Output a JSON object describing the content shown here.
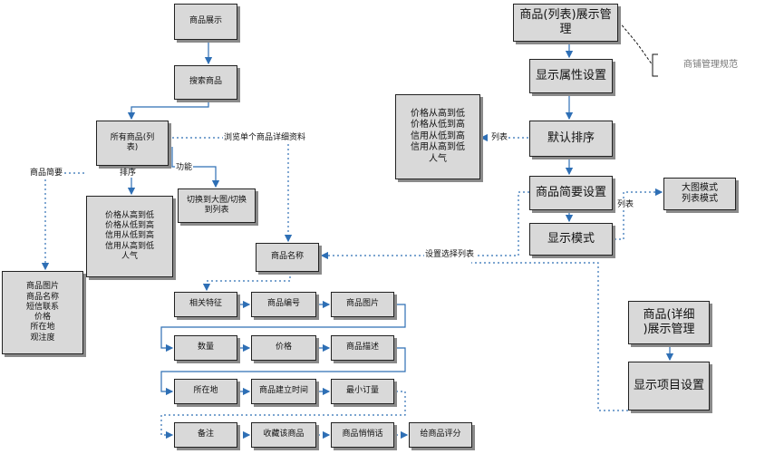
{
  "left": {
    "product_display": "商品展示",
    "search_product": "搜索商品",
    "all_products": "所有商品(列\n表)",
    "sort_options": [
      "价格从高到低",
      "价格从低到高",
      "信用从低到高",
      "信用从高到低",
      "人气"
    ],
    "switch_view": "切换到大图/切换\n到列表",
    "brief_fields": [
      "商品图片",
      "商品名称",
      "短信联系",
      "价格",
      "所在地",
      "观注度"
    ],
    "product_name": "商品名称"
  },
  "labels": {
    "browse_detail": "浏览单个商品详细资料",
    "feature": "功能",
    "sort": "排序",
    "brief": "商品简要",
    "list": "列表",
    "list2": "列表",
    "set_select_list": "设置选择列表"
  },
  "detail_fields": [
    [
      "相关特征",
      "商品编号",
      "商品图片"
    ],
    [
      "数量",
      "价格",
      "商品描述"
    ],
    [
      "所在地",
      "商品建立时间",
      "最小订量"
    ],
    [
      "备注",
      "收藏该商品",
      "商品悄悄话",
      "给商品评分"
    ]
  ],
  "right": {
    "list_display_mgmt": "商品(列表)展示管\n理",
    "note": "商铺管理规范",
    "display_attr_settings": "显示属性设置",
    "default_sort": "默认排序",
    "sort_list": [
      "价格从高到低",
      "价格从低到高",
      "信用从低到高",
      "信用从高到低",
      "人气"
    ],
    "brief_settings": "商品简要设置",
    "display_mode": "显示模式",
    "modes": [
      "大图模式",
      "列表模式"
    ],
    "detail_display_mgmt": "商品(详细\n)展示管理",
    "display_item_settings": "显示项目设置"
  }
}
